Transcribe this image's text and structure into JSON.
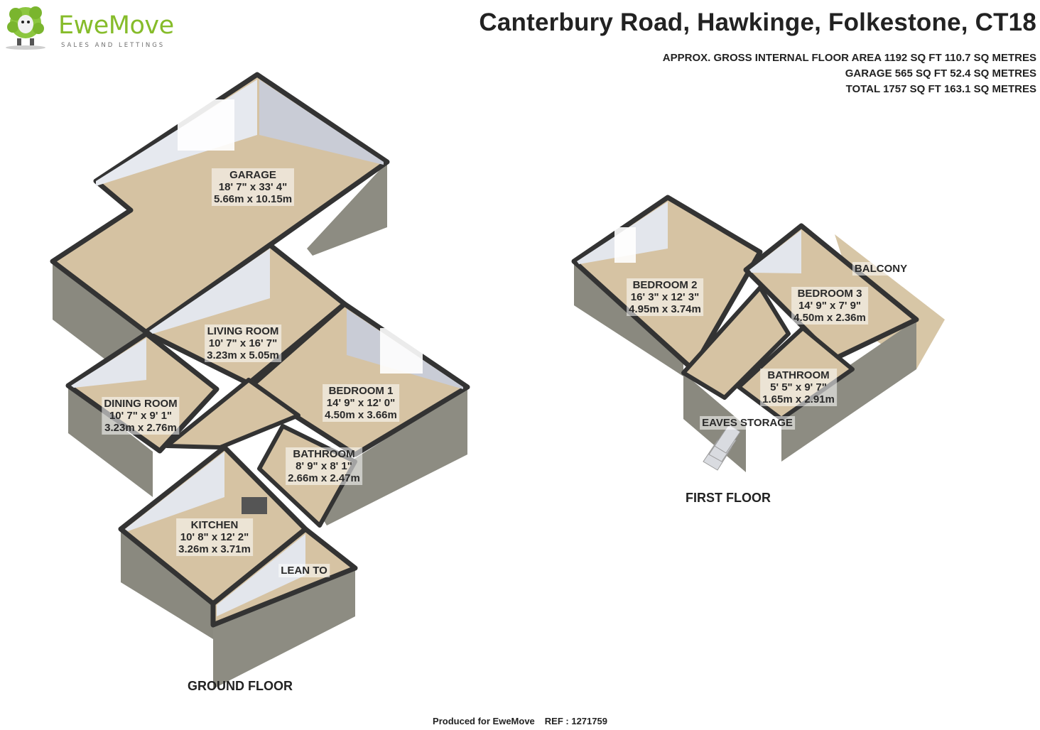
{
  "brand": {
    "name": "EweMove",
    "tagline": "SALES AND LETTINGS"
  },
  "address": "Canterbury Road, Hawkinge, Folkestone, CT18",
  "areas": [
    "APPROX. GROSS INTERNAL FLOOR AREA 1192 SQ FT 110.7 SQ METRES",
    "GARAGE 565 SQ FT 52.4 SQ METRES",
    "TOTAL 1757 SQ FT 163.1 SQ METRES"
  ],
  "rooms": {
    "garage": {
      "name": "GARAGE",
      "imperial": "18' 7\" x 33' 4\"",
      "metric": "5.66m x 10.15m"
    },
    "living": {
      "name": "LIVING ROOM",
      "imperial": "10' 7\" x 16' 7\"",
      "metric": "3.23m x 5.05m"
    },
    "dining": {
      "name": "DINING ROOM",
      "imperial": "10' 7\" x 9' 1\"",
      "metric": "3.23m x 2.76m"
    },
    "bedroom1": {
      "name": "BEDROOM 1",
      "imperial": "14' 9\" x 12' 0\"",
      "metric": "4.50m x 3.66m"
    },
    "bathroom_g": {
      "name": "BATHROOM",
      "imperial": "8' 9\" x 8' 1\"",
      "metric": "2.66m x 2.47m"
    },
    "kitchen": {
      "name": "KITCHEN",
      "imperial": "10' 8\" x 12' 2\"",
      "metric": "3.26m x 3.71m"
    },
    "lean_to": {
      "name": "LEAN TO"
    },
    "bedroom2": {
      "name": "BEDROOM 2",
      "imperial": "16' 3\" x 12' 3\"",
      "metric": "4.95m x 3.74m"
    },
    "bedroom3": {
      "name": "BEDROOM 3",
      "imperial": "14' 9\" x 7' 9\"",
      "metric": "4.50m x 2.36m"
    },
    "bathroom_f": {
      "name": "BATHROOM",
      "imperial": "5' 5\" x 9' 7\"",
      "metric": "1.65m x 2.91m"
    },
    "balcony": {
      "name": "BALCONY"
    },
    "eaves": {
      "name": "EAVES STORAGE"
    }
  },
  "floors": {
    "ground": "GROUND FLOOR",
    "first": "FIRST FLOOR"
  },
  "footer": {
    "produced": "Produced for EweMove",
    "ref": "REF : 1271759"
  },
  "colors": {
    "floor": "#d6c3a3",
    "wall_top": "#3a3a3a",
    "wall_inner": "#dfe3ec",
    "exterior": "#8a8a80",
    "brand": "#86bc2a"
  }
}
